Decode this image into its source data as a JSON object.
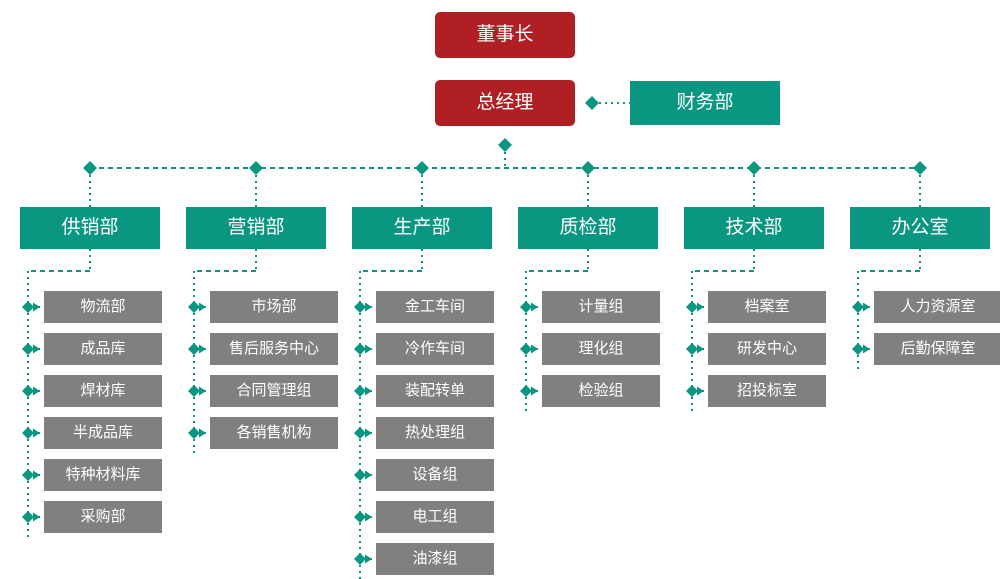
{
  "meta": {
    "title": "公司组织结构图",
    "colors": {
      "executive": "#b01f24",
      "department": "#0a9680",
      "unit": "#808080",
      "connector": "#0a9680",
      "background": "#ffffff"
    }
  },
  "executives": [
    {
      "id": "chairman",
      "label": "董事长"
    },
    {
      "id": "general-manager",
      "label": "总经理"
    }
  ],
  "staff": [
    {
      "id": "finance",
      "label": "财务部"
    }
  ],
  "departments": [
    {
      "id": "supply-sales",
      "label": "供销部",
      "units": [
        {
          "label": "物流部"
        },
        {
          "label": "成品库"
        },
        {
          "label": "焊材库"
        },
        {
          "label": "半成品库"
        },
        {
          "label": "特种材料库"
        },
        {
          "label": "采购部"
        }
      ]
    },
    {
      "id": "marketing",
      "label": "营销部",
      "units": [
        {
          "label": "市场部"
        },
        {
          "label": "售后服务中心"
        },
        {
          "label": "合同管理组"
        },
        {
          "label": "各销售机构"
        }
      ]
    },
    {
      "id": "production",
      "label": "生产部",
      "units": [
        {
          "label": "金工车间"
        },
        {
          "label": "冷作车间"
        },
        {
          "label": "装配转单"
        },
        {
          "label": "热处理组"
        },
        {
          "label": "设备组"
        },
        {
          "label": "电工组"
        },
        {
          "label": "油漆组"
        }
      ]
    },
    {
      "id": "quality-inspection",
      "label": "质检部",
      "units": [
        {
          "label": "计量组"
        },
        {
          "label": "理化组"
        },
        {
          "label": "检验组"
        }
      ]
    },
    {
      "id": "technology",
      "label": "技术部",
      "units": [
        {
          "label": "档案室"
        },
        {
          "label": "研发中心"
        },
        {
          "label": "招投标室"
        }
      ]
    },
    {
      "id": "office",
      "label": "办公室",
      "units": [
        {
          "label": "人力资源室"
        },
        {
          "label": "后勤保障室"
        }
      ]
    }
  ]
}
